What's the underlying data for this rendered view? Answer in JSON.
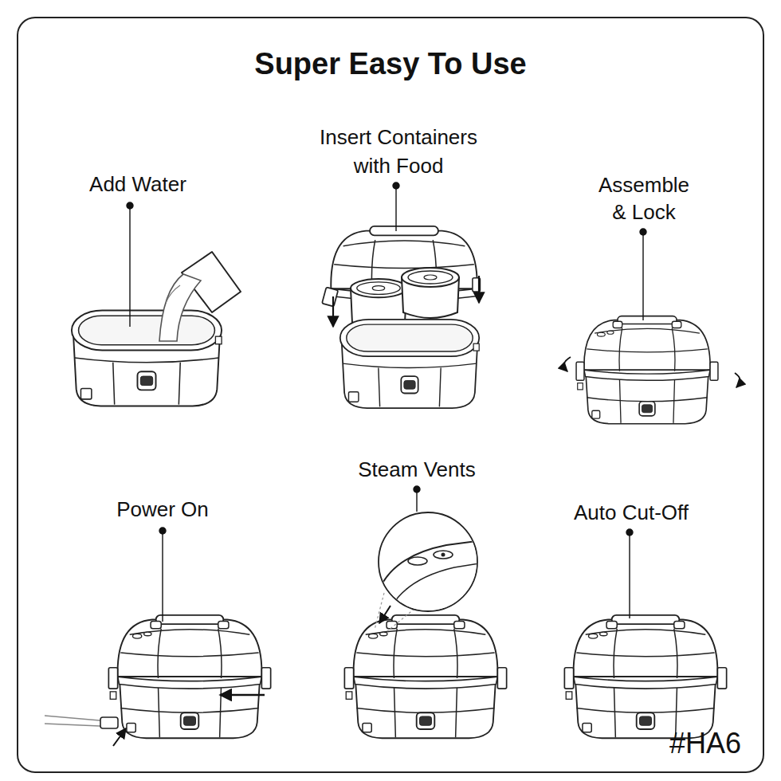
{
  "diagram": {
    "title": "Super Easy To Use",
    "labels": [
      "Add Water",
      "Insert Containers with Food",
      "Assemble & Lock",
      "Power On",
      "Steam Vents",
      "Auto Cut-Off",
      "#HA6"
    ]
  }
}
